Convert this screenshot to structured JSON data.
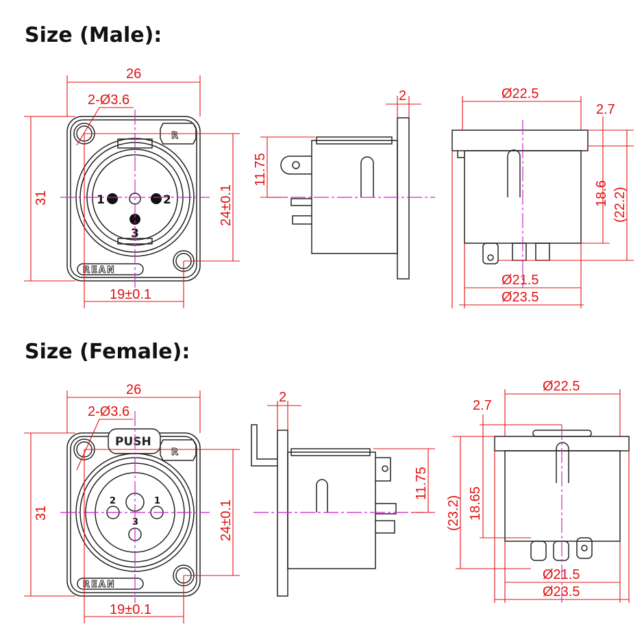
{
  "sections": [
    {
      "title": "Size (Male):"
    },
    {
      "title": "Size (Female):"
    }
  ],
  "male": {
    "front": {
      "width": "26",
      "height": "31",
      "holes": "2-Ø3.6",
      "v_spacing": "24±0.1",
      "h_spacing": "19±0.1",
      "pins": [
        "1",
        "2",
        "3"
      ],
      "brand": "REAN",
      "logo": "R"
    },
    "side": {
      "flange": "2",
      "tab_offset": "11.75"
    },
    "rear": {
      "dia_top": "Ø22.5",
      "flange_thk": "2.7",
      "body_len": "18.6",
      "total_len": "(22.2)",
      "dia_body": "Ø21.5",
      "dia_flange": "Ø23.5"
    }
  },
  "female": {
    "front": {
      "width": "26",
      "height": "31",
      "holes": "2-Ø3.6",
      "v_spacing": "24±0.1",
      "h_spacing": "19±0.1",
      "pins": [
        "2",
        "1",
        "3"
      ],
      "brand": "REAN",
      "logo": "R",
      "push": "PUSH"
    },
    "side": {
      "flange": "2",
      "tab_offset": "11.75"
    },
    "rear": {
      "dia_top": "Ø22.5",
      "flange_thk": "2.7",
      "body_len": "18.65",
      "total_len": "(23.2)",
      "dia_body": "Ø21.5",
      "dia_flange": "Ø23.5"
    }
  }
}
